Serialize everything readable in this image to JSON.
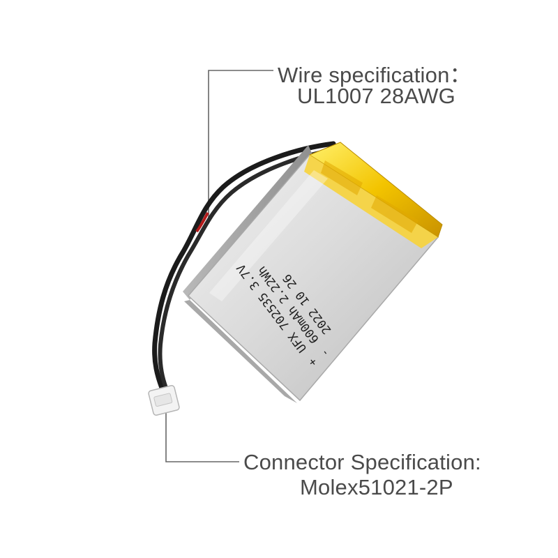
{
  "wire_callout": {
    "title": "Wire specification：",
    "value": "UL1007  28AWG"
  },
  "connector_callout": {
    "title": "Connector Specification:",
    "value": "Molex51021-2P"
  },
  "battery_label": {
    "polarity_plus": "+",
    "polarity_minus": "-",
    "line1": "UFX 702535 3.7V",
    "line2": "600mAh 2.22Wh",
    "line3": "2022 10 26"
  },
  "colors": {
    "callout_text": "#4a4a4a",
    "leader_line": "#666666",
    "cell_body": "#d2d2d2",
    "tape": "#f2c200",
    "wire": "#1b1b1b"
  }
}
